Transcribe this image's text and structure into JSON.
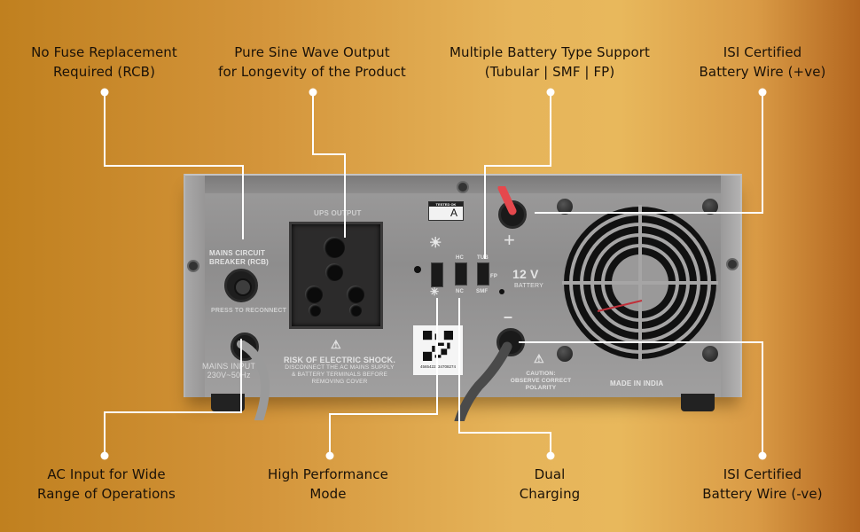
{
  "callouts": {
    "top": [
      {
        "line1": "No Fuse Replacement",
        "line2": "Required (RCB)"
      },
      {
        "line1": "Pure Sine Wave Output",
        "line2": "for Longevity of the Product"
      },
      {
        "line1": "Multiple Battery Type Support",
        "line2": "(Tubular | SMF | FP)"
      },
      {
        "line1": "ISI Certified",
        "line2": "Battery Wire (+ve)"
      }
    ],
    "bottom": [
      {
        "line1": "AC Input for Wide",
        "line2": "Range of Operations"
      },
      {
        "line1": "High Performance",
        "line2": "Mode"
      },
      {
        "line1": "Dual",
        "line2": "Charging"
      },
      {
        "line1": "ISI Certified",
        "line2": "Battery Wire (-ve)"
      }
    ]
  },
  "device": {
    "ups_output": "UPS OUTPUT",
    "rcb_label_1": "MAINS CIRCUIT",
    "rcb_label_2": "BREAKER (RCB)",
    "rcb_action": "PRESS TO RECONNECT",
    "mains_input_1": "MAINS INPUT",
    "mains_input_2": "230V~50Hz",
    "warning_title": "RISK OF ELECTRIC SHOCK.",
    "warning_1": "DISCONNECT THE AC MAINS SUPPLY",
    "warning_2": "& BATTERY TERMINALS BEFORE",
    "warning_3": "REMOVING COVER",
    "tested_ok": "TESTED OK",
    "tested_grade": "A",
    "barcode_number": "4565422134708274",
    "charge_hc": "HC",
    "charge_nc": "NC",
    "battery_tub": "TUB",
    "battery_fp": "FP",
    "battery_smf": "SMF",
    "battery_voltage": "12 V",
    "battery_label": "BATTERY",
    "plus_sign": "+",
    "minus_sign": "–",
    "caution_1": "CAUTION:",
    "caution_2": "OBSERVE CORRECT POLARITY",
    "made_in": "MADE IN INDIA"
  },
  "colors": {
    "leader_line": "#ffffff",
    "text": "#1b1208",
    "positive_wire": "#e5484d"
  }
}
